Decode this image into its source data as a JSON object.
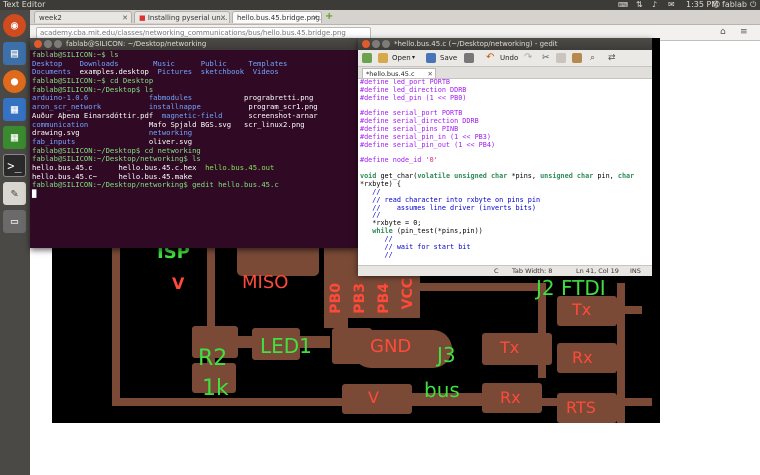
{
  "topbar": {
    "app_title": "Text Editor",
    "time": "1:35 PM",
    "user": "fablab"
  },
  "browser": {
    "tabs": [
      {
        "label": "week2"
      },
      {
        "label": "Installing pyserial un..."
      },
      {
        "label": "hello.bus.45.bridge.png..."
      }
    ],
    "new_tab": "+",
    "url": "academy.cba.mit.edu/classes/networking_communications/bus/hello.bus.45.bridge.png"
  },
  "board": {
    "labels": {
      "isp": "ISP",
      "v_left": "V",
      "miso": "MISO",
      "pb0": "PB0",
      "pb3": "PB3",
      "pb4": "PB4",
      "vcc": "VCC",
      "j2": "J2 FTDI",
      "tx_top": "Tx",
      "r2": "R2",
      "k1": "1k",
      "led1": "LED1",
      "gnd": "GND",
      "j3": "J3",
      "bus": "bus",
      "tx_mid": "Tx",
      "rx_right": "Rx",
      "v_mid": "V",
      "rx_low": "Rx",
      "rts": "RTS"
    }
  },
  "terminal": {
    "title": "fablab@SILICON: ~/Desktop/networking",
    "lines": [
      [
        {
          "t": "fablab@SILICON:~$ ls",
          "c": ""
        }
      ],
      [
        {
          "t": "Desktop    Downloads        ",
          "c": "b"
        },
        {
          "t": "Music      Public     Templates",
          "c": "b"
        }
      ],
      [
        {
          "t": "Documents  ",
          "c": "b"
        },
        {
          "t": "examples.desktop  ",
          "c": ""
        },
        {
          "t": "Pictures  sketchbook  Videos",
          "c": "b"
        }
      ],
      [
        {
          "t": "fablab@SILICON:~$ cd Desktop",
          "c": ""
        }
      ],
      [
        {
          "t": "fablab@SILICON:~/Desktop$ ls",
          "c": ""
        }
      ],
      [
        {
          "t": "arduino-1.0.6              ",
          "c": "b"
        },
        {
          "t": "fabmodules            ",
          "c": "b"
        },
        {
          "t": "prograbretti.png",
          "c": ""
        }
      ],
      [
        {
          "t": "aron_scr_network           ",
          "c": "b"
        },
        {
          "t": "installnappe           ",
          "c": "b"
        },
        {
          "t": "program_scr1.png",
          "c": ""
        }
      ],
      [
        {
          "t": "Auður Aþena Einarsdóttir.pdf  ",
          "c": ""
        },
        {
          "t": "magnetic-field      ",
          "c": "b"
        },
        {
          "t": "screenshot-arnar",
          "c": ""
        }
      ],
      [
        {
          "t": "communication              ",
          "c": "b"
        },
        {
          "t": "Mafo Spjald BGS.svg   ",
          "c": ""
        },
        {
          "t": "scr_linux2.png",
          "c": ""
        }
      ],
      [
        {
          "t": "drawing.svg                ",
          "c": ""
        },
        {
          "t": "networking",
          "c": "b"
        }
      ],
      [
        {
          "t": "fab_inputs                 ",
          "c": "b"
        },
        {
          "t": "oliver.svg",
          "c": ""
        }
      ],
      [
        {
          "t": "fablab@SILICON:~/Desktop$ cd networking",
          "c": ""
        }
      ],
      [
        {
          "t": "fablab@SILICON:~/Desktop/networking$ ls",
          "c": ""
        }
      ],
      [
        {
          "t": "hello.bus.45.c      hello.bus.45.c.hex  ",
          "c": ""
        },
        {
          "t": "hello.bus.45.out",
          "c": "g"
        }
      ],
      [
        {
          "t": "hello.bus.45.c~     hello.bus.45.make",
          "c": ""
        }
      ],
      [
        {
          "t": "fablab@SILICON:~/Desktop/networking$ gedit hello.bus.45.c",
          "c": ""
        }
      ],
      [
        {
          "t": "█",
          "c": ""
        }
      ]
    ]
  },
  "gedit": {
    "title": "*hello.bus.45.c (~/Desktop/networking) - gedit",
    "toolbar": {
      "open": "Open",
      "save": "Save",
      "undo": "Undo"
    },
    "tab_label": "*hello.bus.45.c",
    "code_lines": [
      [
        {
          "t": "#define led_port PORTB",
          "c": "pp"
        }
      ],
      [
        {
          "t": "#define led_direction DDRB",
          "c": "pp"
        }
      ],
      [
        {
          "t": "#define led_pin (1 << PB0)",
          "c": "pp"
        }
      ],
      [
        {
          "t": "",
          "c": ""
        }
      ],
      [
        {
          "t": "#define serial_port PORTB",
          "c": "pp"
        }
      ],
      [
        {
          "t": "#define serial_direction DDRB",
          "c": "pp"
        }
      ],
      [
        {
          "t": "#define serial_pins PINB",
          "c": "pp"
        }
      ],
      [
        {
          "t": "#define serial_pin_in (1 << PB3)",
          "c": "pp"
        }
      ],
      [
        {
          "t": "#define serial_pin_out (1 << PB4)",
          "c": "pp"
        }
      ],
      [
        {
          "t": "",
          "c": ""
        }
      ],
      [
        {
          "t": "#define node_id ",
          "c": "pp"
        },
        {
          "t": "'0'",
          "c": "str"
        }
      ],
      [
        {
          "t": "",
          "c": ""
        }
      ],
      [
        {
          "t": "void ",
          "c": "ty"
        },
        {
          "t": "get_char(",
          "c": ""
        },
        {
          "t": "volatile unsigned char ",
          "c": "ty"
        },
        {
          "t": "*pins, ",
          "c": ""
        },
        {
          "t": "unsigned char ",
          "c": "ty"
        },
        {
          "t": "pin, ",
          "c": ""
        },
        {
          "t": "char",
          "c": "ty"
        }
      ],
      [
        {
          "t": "*rxbyte) {",
          "c": ""
        }
      ],
      [
        {
          "t": "   //",
          "c": "cm"
        }
      ],
      [
        {
          "t": "   // read character into rxbyte on pins pin",
          "c": "cm"
        }
      ],
      [
        {
          "t": "   //    assumes line driver (inverts bits)",
          "c": "cm"
        }
      ],
      [
        {
          "t": "   //",
          "c": "cm"
        }
      ],
      [
        {
          "t": "   *rxbyte = 0;",
          "c": ""
        }
      ],
      [
        {
          "t": "   ",
          "c": ""
        },
        {
          "t": "while ",
          "c": "kw"
        },
        {
          "t": "(pin_test(*pins,pin))",
          "c": ""
        }
      ],
      [
        {
          "t": "      //",
          "c": "cm"
        }
      ],
      [
        {
          "t": "      // wait for start bit",
          "c": "cm"
        }
      ],
      [
        {
          "t": "      //",
          "c": "cm"
        }
      ]
    ],
    "status": {
      "lang": "C",
      "tab_width": "Tab Width: 8",
      "position": "Ln 41, Col 19",
      "mode": "INS"
    }
  }
}
